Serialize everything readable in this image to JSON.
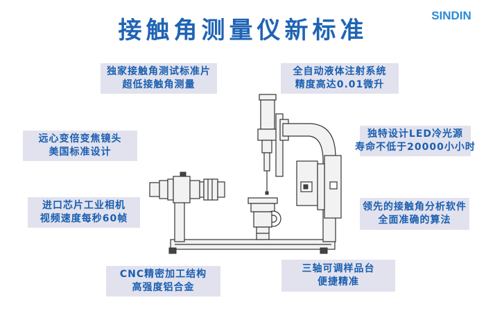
{
  "title": "接触角测量仪新标准",
  "brand": "SINDIN",
  "features": {
    "top_left": [
      "独家接触角测试标准片",
      "超低接触角测量"
    ],
    "mid_left": [
      "远心变倍变焦镜头",
      "美国标准设计"
    ],
    "bottom_left": [
      "进口芯片工业相机",
      "视频速度每秒60帧"
    ],
    "bottom_center": [
      "CNC精密加工结构",
      "高强度铝合金"
    ],
    "top_right": [
      "全自动液体注射系统",
      "精度高达0.01微升"
    ],
    "mid_right": [
      "独特设计LED冷光源",
      "寿命不低于20000小小时"
    ],
    "bottom_right": [
      "领先的接触角分析软件",
      "全面准确的算法"
    ],
    "bottom_center_right": [
      "三轴可调样品台",
      "便捷精准"
    ]
  },
  "colors": {
    "title": "#1f64b4",
    "box_bg": "#e2e2ee",
    "box_text": "#1a5fb0",
    "logo": "#2a8ad8"
  }
}
